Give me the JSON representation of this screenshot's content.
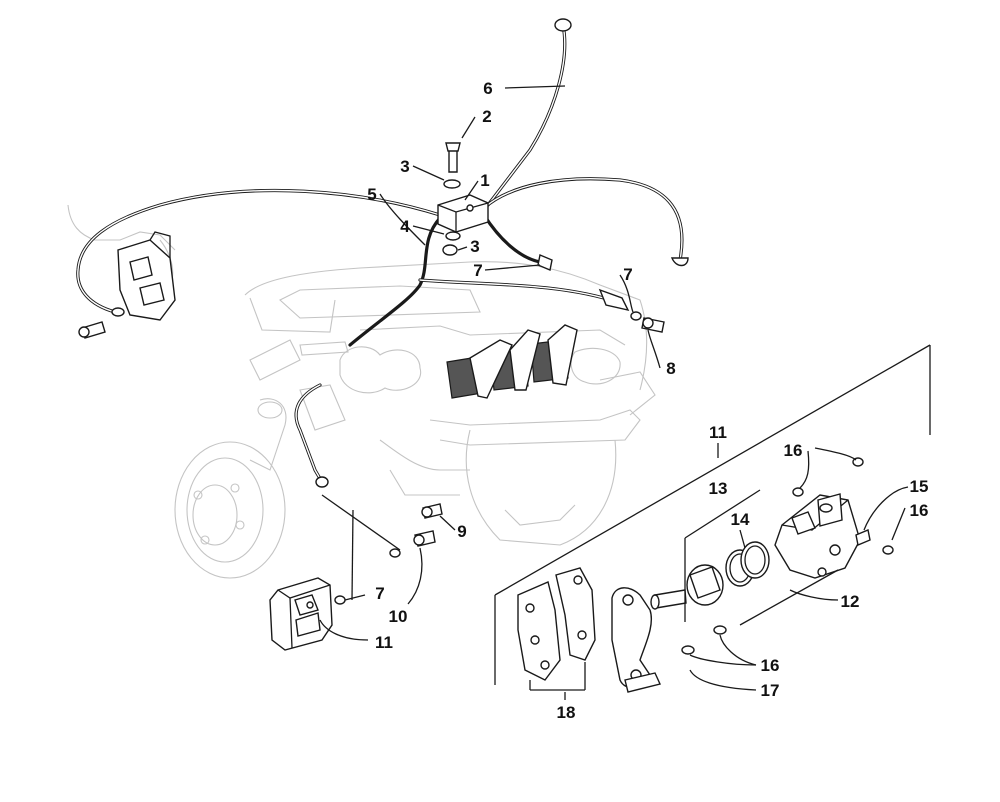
{
  "diagram": {
    "callouts": [
      {
        "id": "c6",
        "text": "6"
      },
      {
        "id": "c2",
        "text": "2"
      },
      {
        "id": "c3a",
        "text": "3"
      },
      {
        "id": "c1",
        "text": "1"
      },
      {
        "id": "c5",
        "text": "5"
      },
      {
        "id": "c4",
        "text": "4"
      },
      {
        "id": "c3b",
        "text": "3"
      },
      {
        "id": "c7a",
        "text": "7"
      },
      {
        "id": "c7b",
        "text": "7"
      },
      {
        "id": "c8",
        "text": "8"
      },
      {
        "id": "c11a",
        "text": "11"
      },
      {
        "id": "c16a",
        "text": "16"
      },
      {
        "id": "c15",
        "text": "15"
      },
      {
        "id": "c16b",
        "text": "16"
      },
      {
        "id": "c13",
        "text": "13"
      },
      {
        "id": "c14",
        "text": "14"
      },
      {
        "id": "c9",
        "text": "9"
      },
      {
        "id": "c12",
        "text": "12"
      },
      {
        "id": "c7c",
        "text": "7"
      },
      {
        "id": "c10",
        "text": "10"
      },
      {
        "id": "c11b",
        "text": "11"
      },
      {
        "id": "c16c",
        "text": "16"
      },
      {
        "id": "c17",
        "text": "17"
      },
      {
        "id": "c18",
        "text": "18"
      }
    ]
  }
}
